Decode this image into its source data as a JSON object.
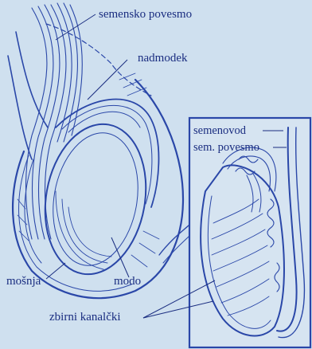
{
  "labels": {
    "spermatic_cord": "semensko povesmo",
    "epididymis": "nadmodek",
    "scrotum": "mošnja",
    "testis": "modo",
    "collecting_ducts": "zbirni kanalčki",
    "vas_deferens": "semenovod",
    "inset_cord": "sem. povesmo"
  },
  "colors": {
    "background": "#cfe0ef",
    "ink": "#2a47a8",
    "label": "#1a2d80",
    "inset_fill": "#d6e4f1"
  }
}
